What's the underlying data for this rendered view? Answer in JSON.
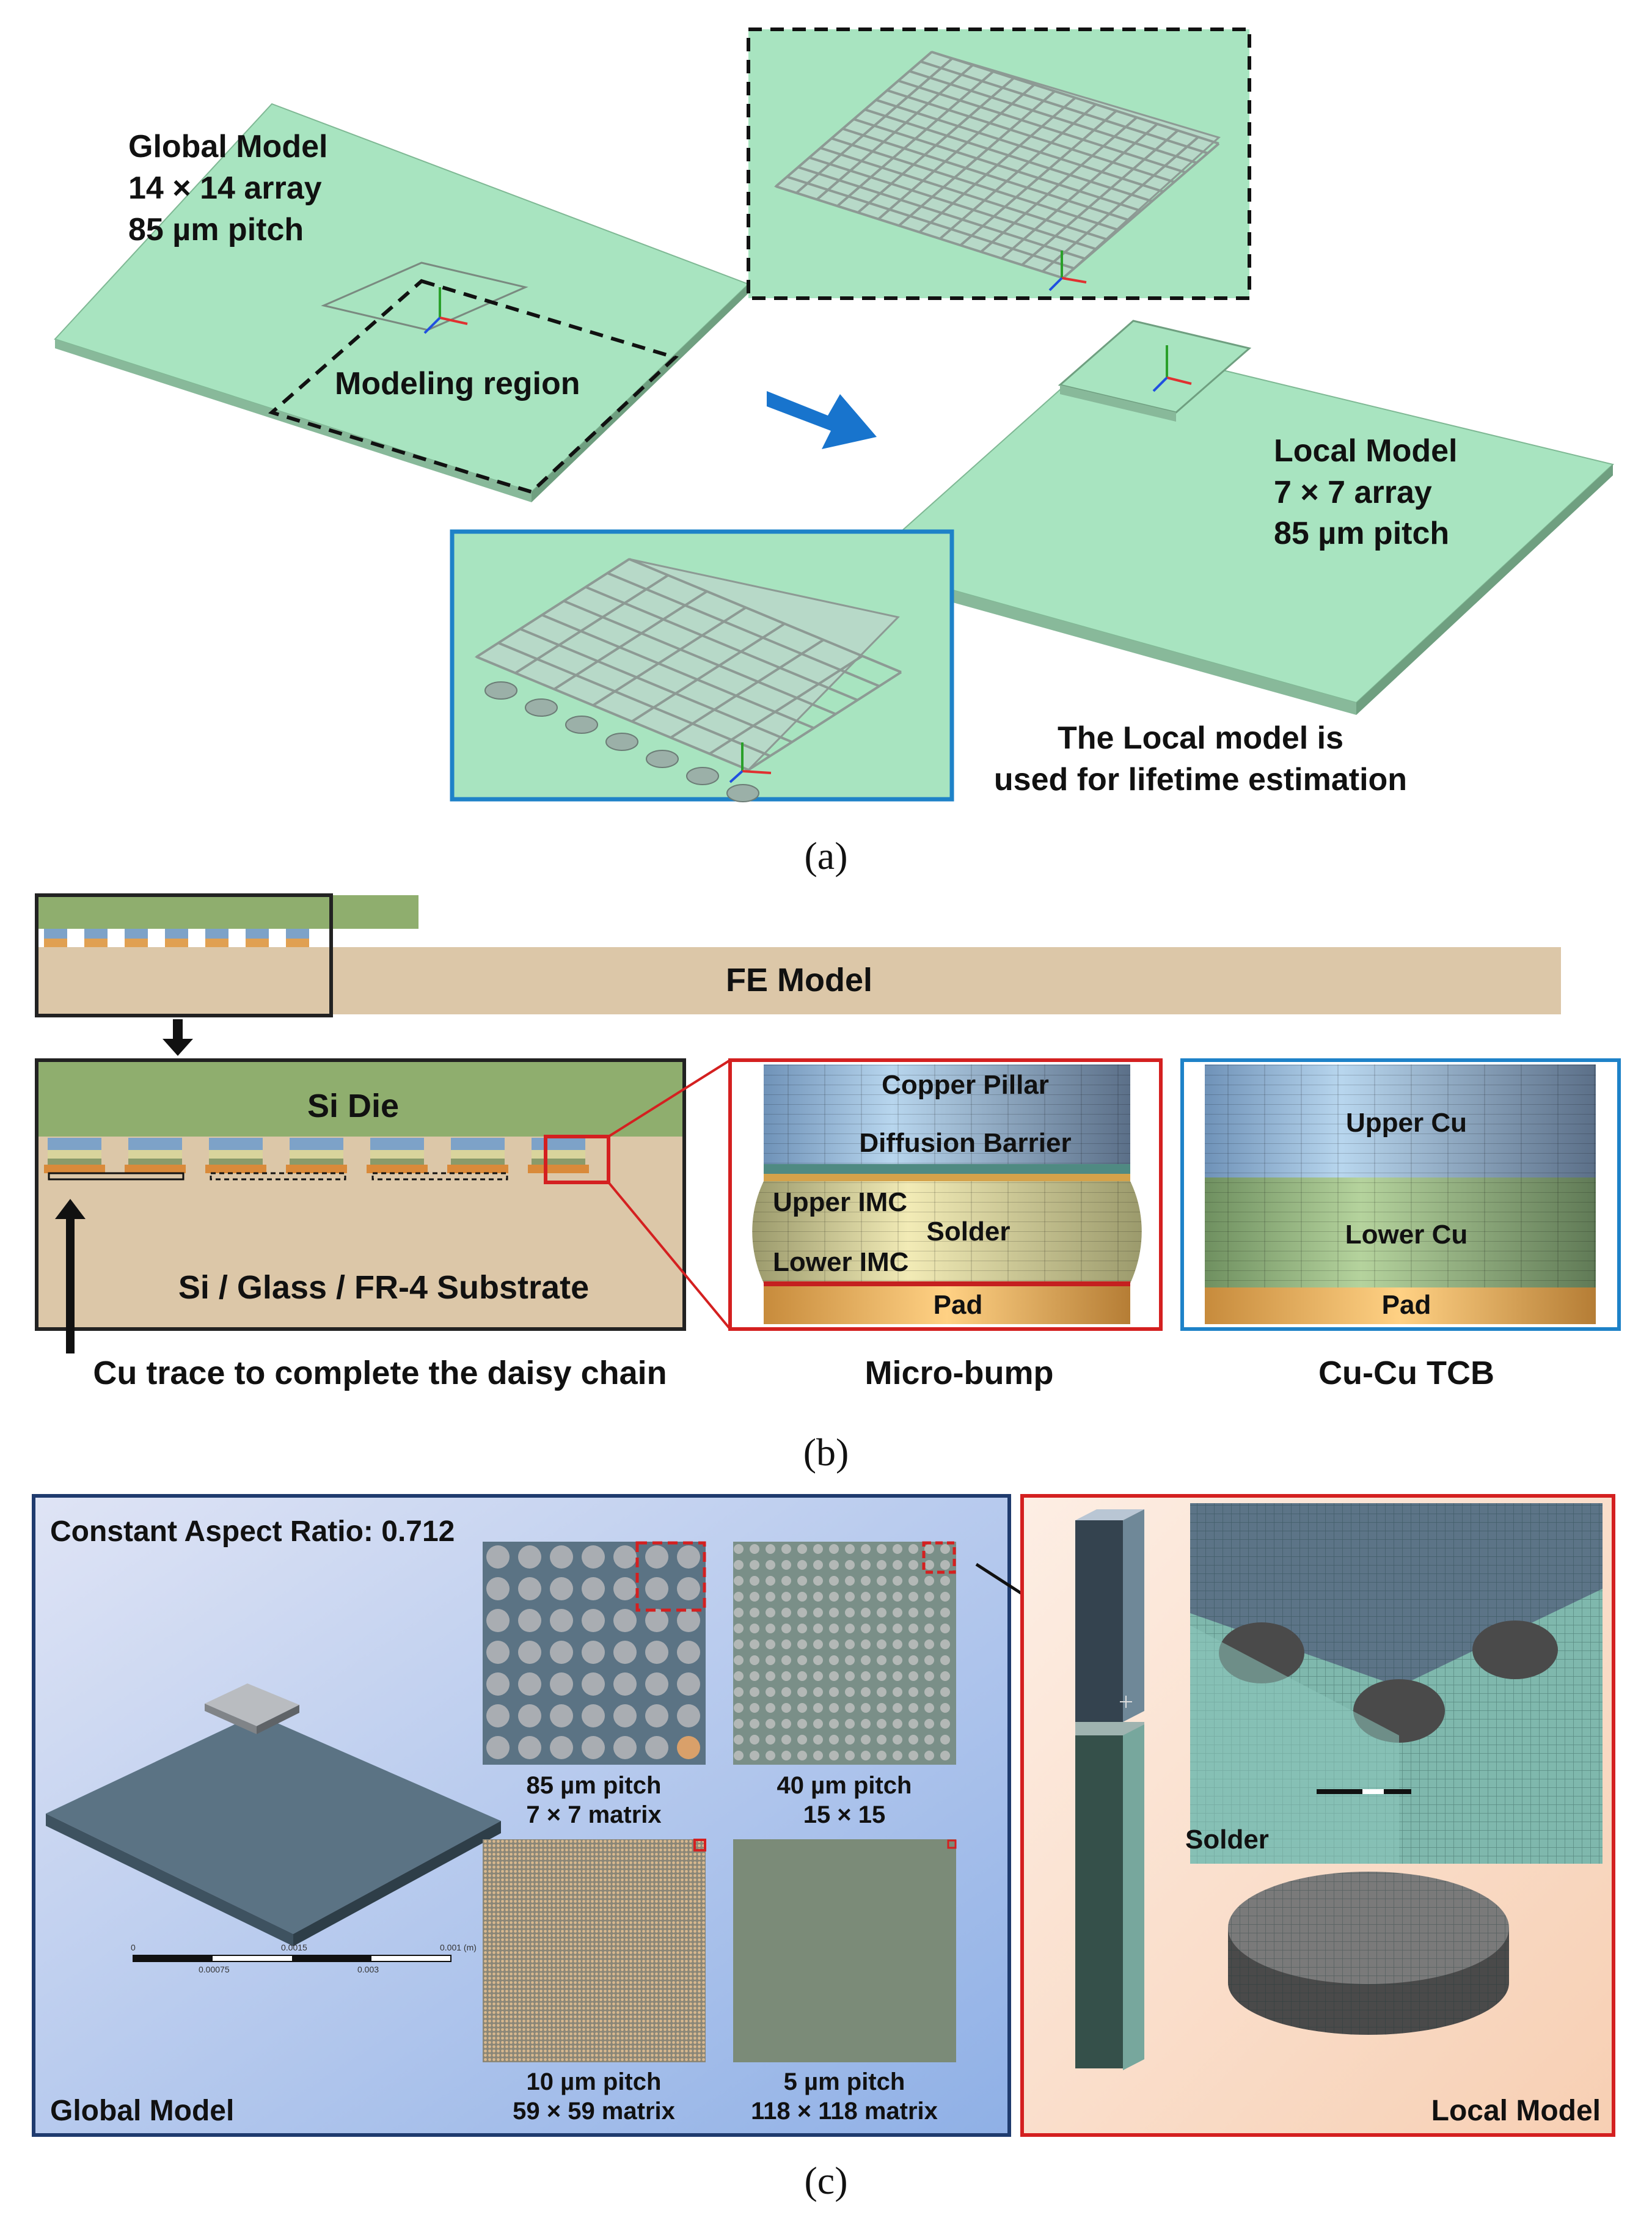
{
  "panel_a": {
    "caption": "(a)",
    "global_model": [
      "Global Model",
      "14 × 14 array",
      "85 µm pitch"
    ],
    "modeling_region": "Modeling region",
    "local_model": [
      "Local Model",
      "7 × 7 array",
      "85 µm pitch"
    ],
    "note": [
      "The Local model is",
      "used for lifetime estimation"
    ],
    "colors": {
      "board": "#a8e4c0",
      "board_edge": "#6f9f80",
      "arrow": "#1874cd",
      "inset_frame": "#1e82c8"
    }
  },
  "panel_b": {
    "caption": "(b)",
    "fe_model": "FE Model",
    "si_die": "Si Die",
    "substrate": "Si / Glass / FR-4 Substrate",
    "cu_trace": "Cu trace to complete the daisy chain",
    "microbump": {
      "title": "Micro-bump",
      "layers": [
        "Copper Pillar",
        "Diffusion Barrier",
        "Upper IMC",
        "Solder",
        "Lower IMC",
        "Pad"
      ]
    },
    "cucu": {
      "title": "Cu-Cu TCB",
      "layers": [
        "Upper Cu",
        "Lower Cu",
        "Pad"
      ]
    },
    "colors": {
      "die": "#8fae6e",
      "substrate": "#dcc7a8",
      "red_frame": "#d42020",
      "blue_frame": "#1e82c8"
    }
  },
  "panel_c": {
    "caption": "(c)",
    "aspect_ratio": "Constant Aspect Ratio: 0.712",
    "global_label": "Global Model",
    "local_label": "Local Model",
    "solder_label": "Solder",
    "tiles": [
      {
        "pitch": "85 µm pitch",
        "matrix": "7 × 7 matrix",
        "n": 7
      },
      {
        "pitch": "40 µm pitch",
        "matrix": "15 × 15",
        "n": 15
      },
      {
        "pitch": "10 µm pitch",
        "matrix": "59 × 59 matrix",
        "n": 59
      },
      {
        "pitch": "5 µm pitch",
        "matrix": "118 × 118 matrix",
        "n": 118
      }
    ],
    "scale_bar": [
      "0",
      "0.00075",
      "0.0015",
      "0.003",
      "0.001 (m)"
    ],
    "colors": {
      "left_bg": "#c8d4f0",
      "right_bg": "#fbe3d3",
      "left_frame": "#1f3b6e",
      "right_frame": "#d42020"
    }
  }
}
